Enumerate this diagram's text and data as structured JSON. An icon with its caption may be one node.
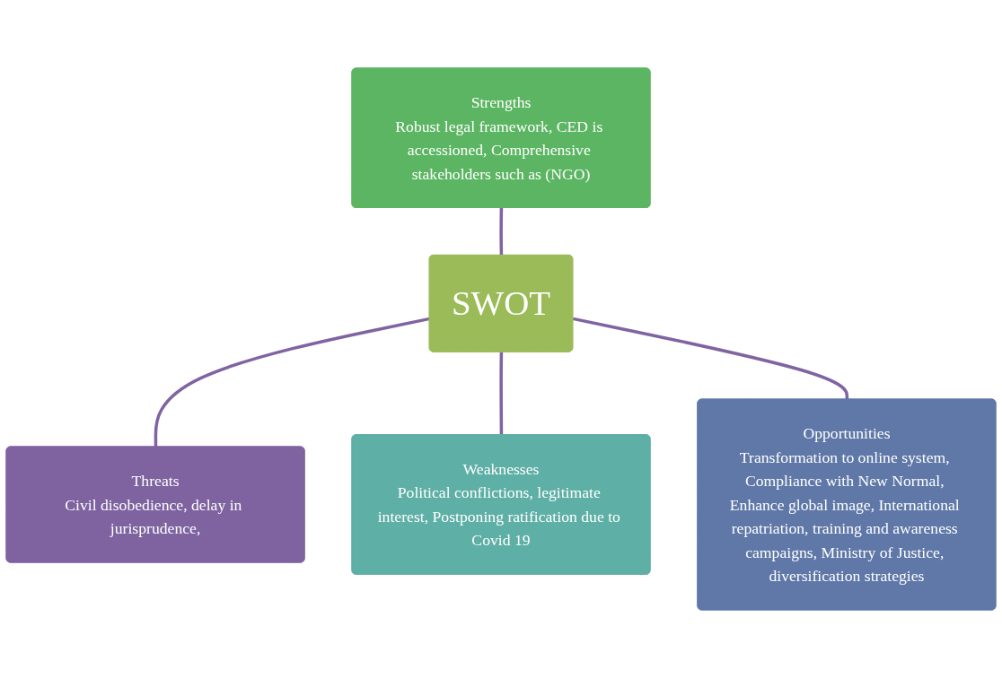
{
  "diagram": {
    "nodes": [
      {
        "text": [
          "Strengths",
          "Robust legal framework, CED is accessioned, Comprehensive stakeholders such as (NGO)"
        ]
      },
      {
        "text": [
          "Threats",
          "Civil disobedience, delay in jurisprudence,"
        ]
      },
      {
        "text": [
          "SWOT"
        ]
      },
      {
        "text": [
          "Weaknesses",
          "Political conflictions, legitimate interest, Postponing ratification due to Covid 19"
        ]
      },
      {
        "text": [
          "Opportunities",
          "Transformation to online system, Compliance with New Normal, Enhance global image, International repatriation, training and awareness campaigns, Ministry of Justice, diversification strategies"
        ]
      }
    ],
    "edges": [
      {
        "from": 2,
        "to": 0,
        "arrow": "none"
      },
      {
        "from": 2,
        "to": 1,
        "arrow": "none"
      },
      {
        "from": 2,
        "to": 3,
        "arrow": "none"
      },
      {
        "from": 2,
        "to": 4,
        "arrow": "none"
      }
    ]
  }
}
